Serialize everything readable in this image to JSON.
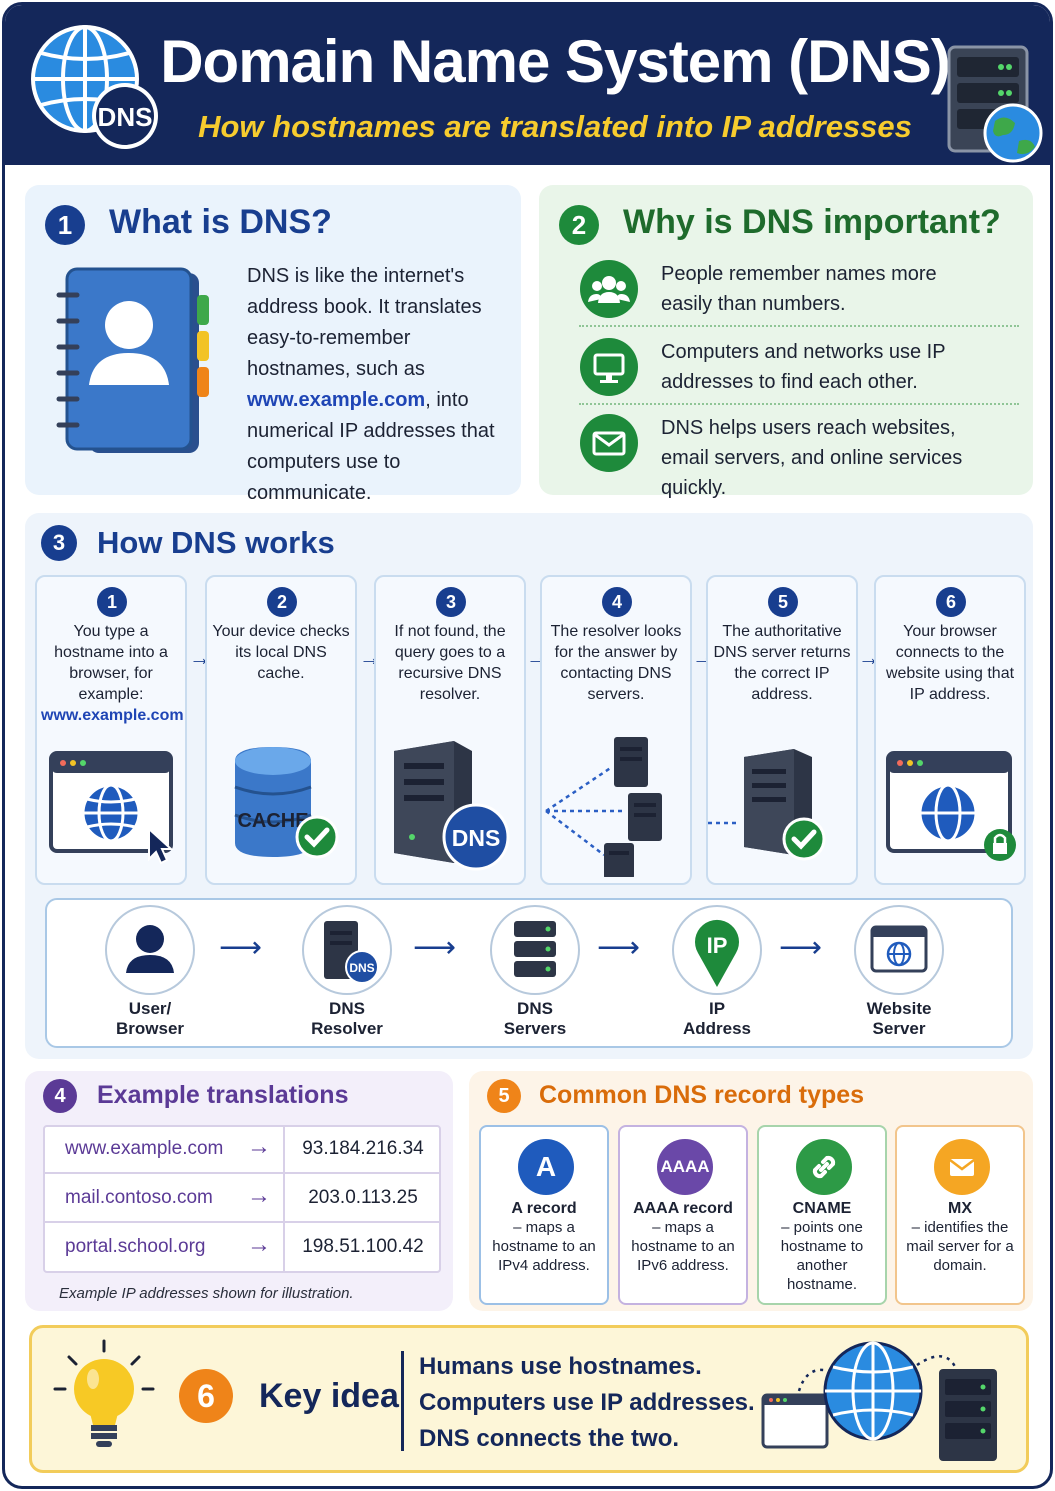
{
  "header": {
    "title": "Domain Name System (DNS)",
    "subtitle": "How hostnames are translated into IP addresses",
    "badge": "DNS"
  },
  "s1": {
    "num": "1",
    "title": "What is DNS?",
    "p1": "DNS is like the internet's address book. It translates easy-to-remember hostnames, such as ",
    "link": "www.example.com",
    "p2": ", into numerical IP addresses that computers use to communicate."
  },
  "s2": {
    "num": "2",
    "title": "Why is DNS important?",
    "items": [
      "People remember names more easily than numbers.",
      "Computers and networks use IP addresses to find each other.",
      "DNS helps users reach websites, email servers, and online services quickly."
    ]
  },
  "s3": {
    "num": "3",
    "title": "How DNS works",
    "steps": [
      {
        "n": "1",
        "text": "You type a hostname into a browser, for example:",
        "link": "www.example.com"
      },
      {
        "n": "2",
        "text": "Your device checks its local DNS cache.",
        "icon_label": "CACHE"
      },
      {
        "n": "3",
        "text": "If not found, the query goes to a recursive DNS resolver.",
        "icon_label": "DNS"
      },
      {
        "n": "4",
        "text": "The resolver looks for the answer by contacting DNS servers."
      },
      {
        "n": "5",
        "text": "The authoritative DNS server returns the correct IP address."
      },
      {
        "n": "6",
        "text": "Your browser connects to the website using that IP address."
      }
    ],
    "flow": [
      {
        "label": "User/\nBrowser",
        "icon": "user-icon"
      },
      {
        "label": "DNS\nResolver",
        "icon": "dns-server-icon",
        "badge": "DNS"
      },
      {
        "label": "DNS\nServers",
        "icon": "server-rack-icon"
      },
      {
        "label": "IP\nAddress",
        "icon": "location-pin-icon",
        "badge": "IP"
      },
      {
        "label": "Website\nServer",
        "icon": "browser-globe-icon"
      }
    ]
  },
  "s4": {
    "num": "4",
    "title": "Example translations",
    "rows": [
      {
        "host": "www.example.com",
        "ip": "93.184.216.34"
      },
      {
        "host": "mail.contoso.com",
        "ip": "203.0.113.25"
      },
      {
        "host": "portal.school.org",
        "ip": "198.51.100.42"
      }
    ],
    "note": "Example IP addresses shown for illustration."
  },
  "s5": {
    "num": "5",
    "title": "Common DNS record types",
    "records": [
      {
        "badge": "A",
        "name": "A record",
        "desc": "– maps a hostname to an IPv4 address."
      },
      {
        "badge": "AAAA",
        "name": "AAAA record",
        "desc": "– maps a hostname to an IPv6 address."
      },
      {
        "badge": "",
        "name": "CNAME",
        "desc": "– points one hostname to another hostname."
      },
      {
        "badge": "",
        "name": "MX",
        "desc": "– identifies the mail server for a domain."
      }
    ]
  },
  "s6": {
    "num": "6",
    "title": "Key idea",
    "lines": [
      "Humans use hostnames.",
      "Computers use IP addresses.",
      "DNS connects the two."
    ]
  },
  "colors": {
    "navy": "#14275a",
    "yellow": "#f7cc2e",
    "blue": "#1f45b5",
    "green": "#1e8a3b",
    "purple": "#5b3a96",
    "orange": "#ef8419"
  }
}
